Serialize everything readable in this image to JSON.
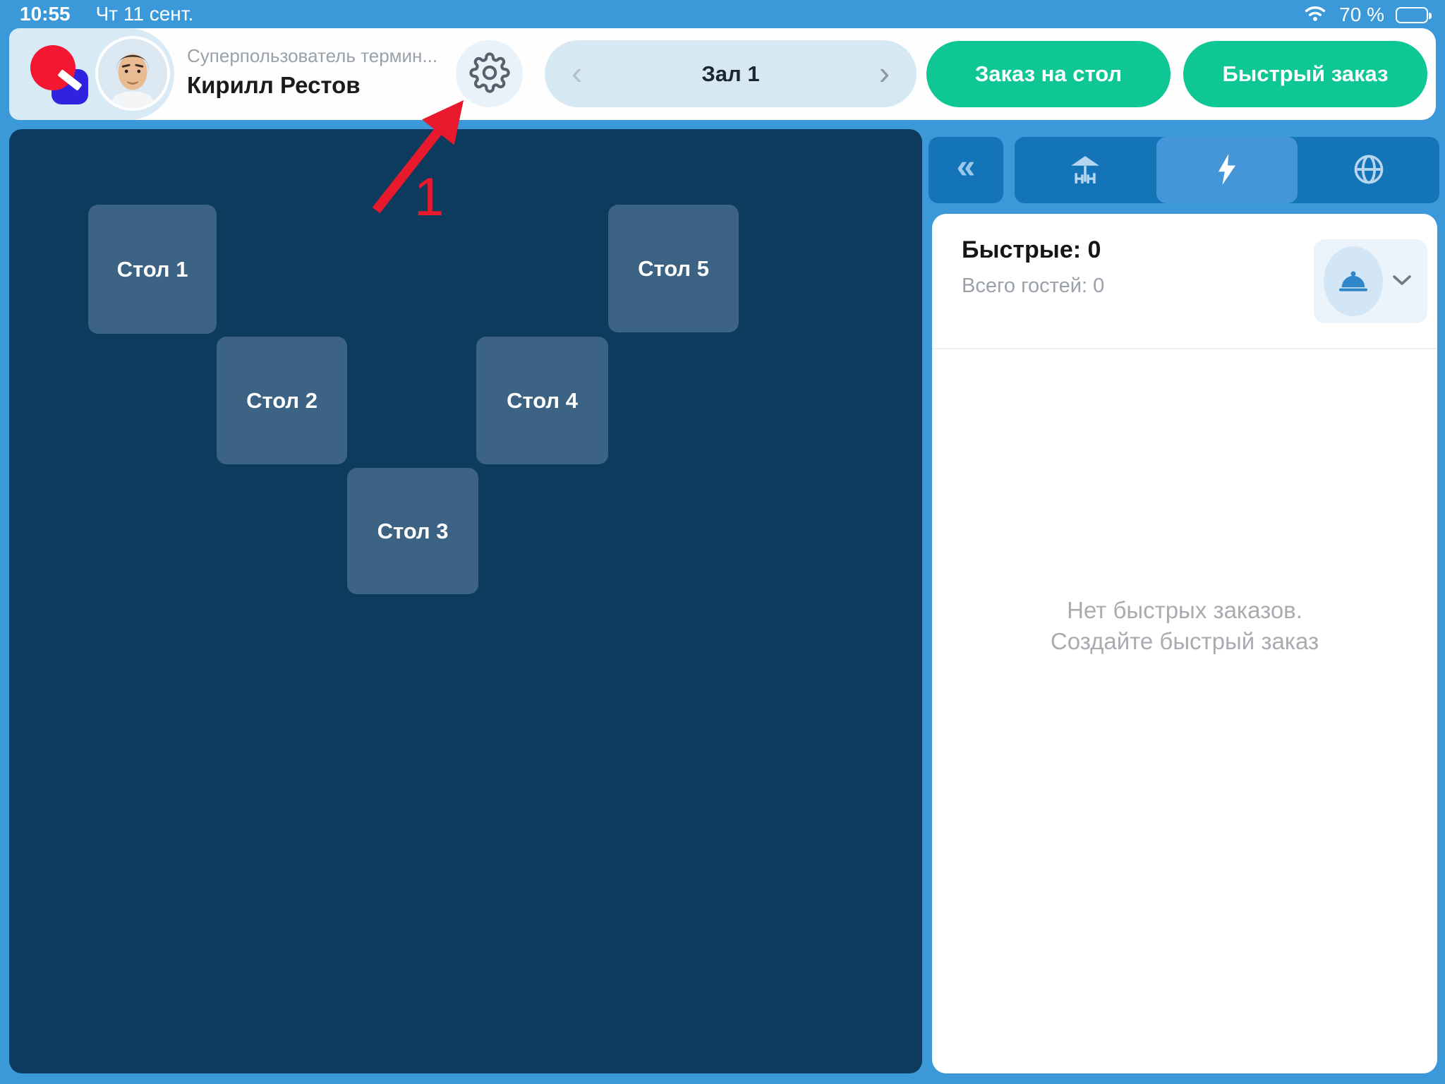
{
  "status_bar": {
    "time": "10:55",
    "date": "Чт 11 сент.",
    "battery_percent": "70 %"
  },
  "header": {
    "user_role": "Суперпользователь термин...",
    "user_name": "Кирилл Рестов",
    "hall_label": "Зал 1",
    "table_order_button": "Заказ на стол",
    "quick_order_button": "Быстрый заказ"
  },
  "icons": {
    "collapse": "«",
    "hall_prev": "‹",
    "hall_next": "›"
  },
  "floor_plan": {
    "tables": [
      {
        "label": "Стол 1"
      },
      {
        "label": "Стол 2"
      },
      {
        "label": "Стол 3"
      },
      {
        "label": "Стол 4"
      },
      {
        "label": "Стол 5"
      }
    ]
  },
  "sidebar": {
    "quick_orders_title": "Быстрые: 0",
    "guests_total": "Всего гостей: 0",
    "empty_line1": "Нет быстрых заказов.",
    "empty_line2": "Создайте быстрый заказ"
  },
  "annotation": {
    "step_number": "1"
  },
  "colors": {
    "accent_green": "#0fc795",
    "background_blue": "#3b98d9",
    "floor_navy": "#0d3b5e",
    "table_fill": "#3d6384",
    "tab_blue": "#1474b8",
    "tab_selected": "#4496d9",
    "annotation_red": "#e8192c"
  }
}
